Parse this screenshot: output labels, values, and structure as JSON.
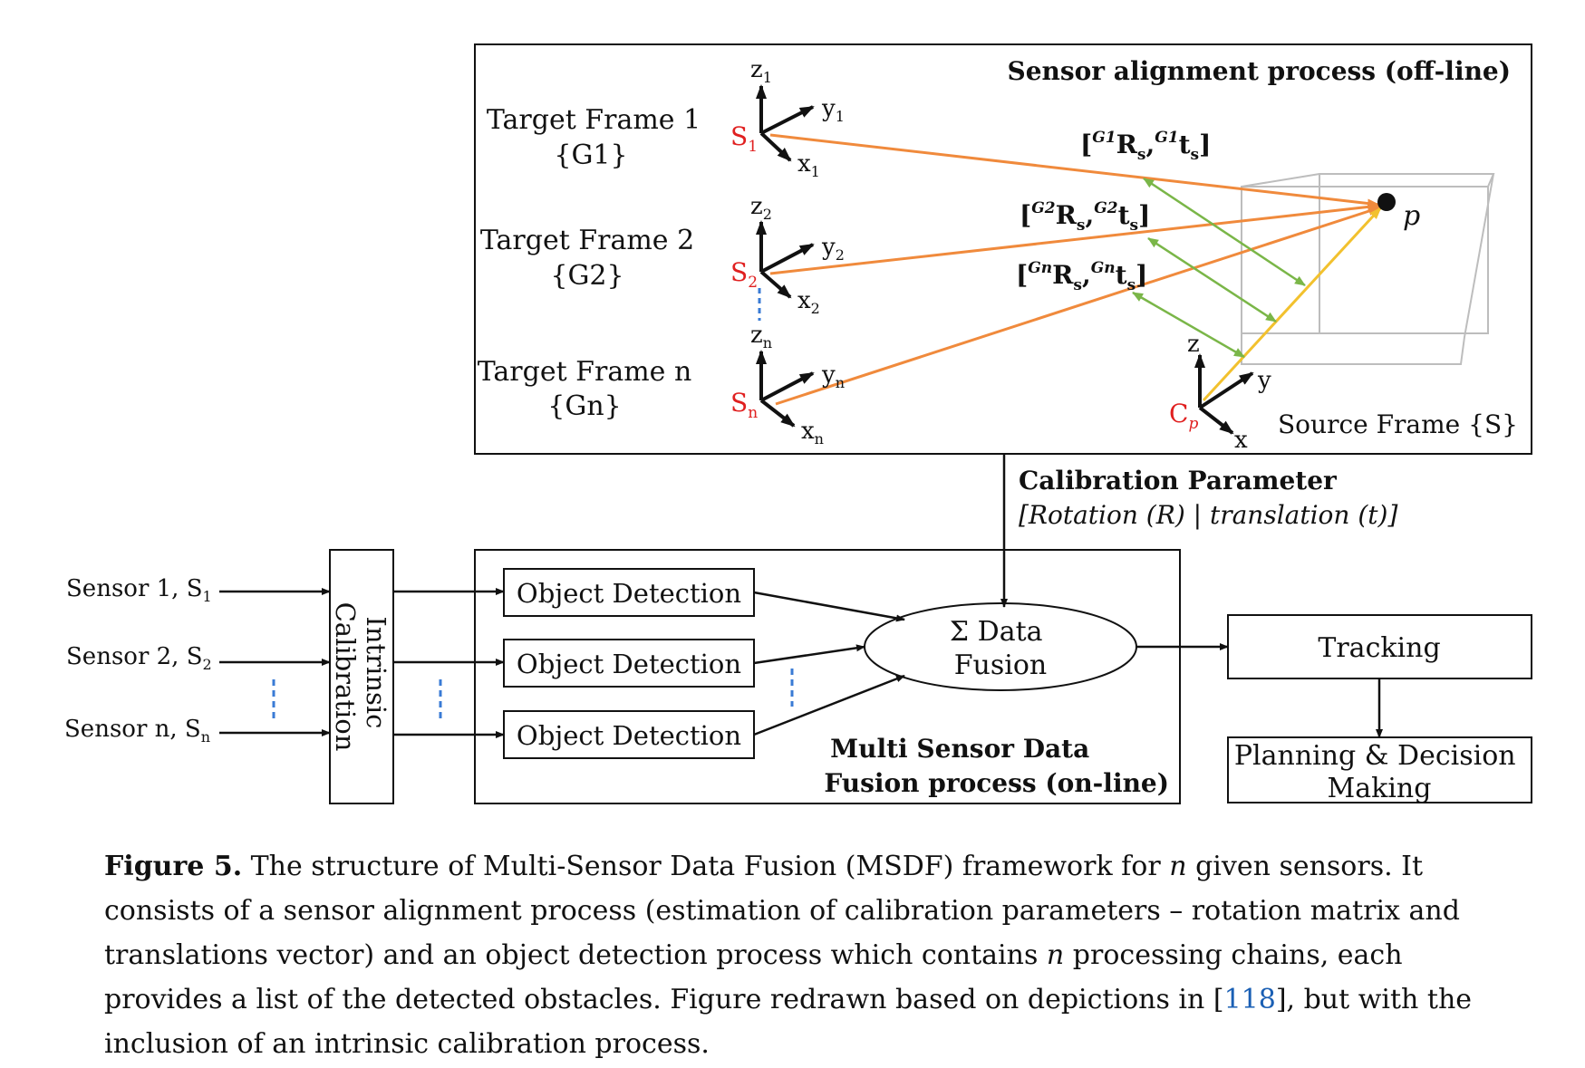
{
  "alignment": {
    "title": "Sensor alignment process (off-line)",
    "targets": [
      {
        "label": "Target Frame 1",
        "set": "{G1}",
        "sensor": "S",
        "sensor_sub": "1",
        "z": "z",
        "y": "y",
        "x": "x",
        "axis_sub": "1"
      },
      {
        "label": "Target Frame 2",
        "set": "{G2}",
        "sensor": "S",
        "sensor_sub": "2",
        "z": "z",
        "y": "y",
        "x": "x",
        "axis_sub": "2"
      },
      {
        "label": "Target Frame n",
        "set": "{Gn}",
        "sensor": "S",
        "sensor_sub": "n",
        "z": "z",
        "y": "y",
        "x": "x",
        "axis_sub": "n"
      }
    ],
    "transforms": [
      {
        "pre": "[",
        "sup1": "G1",
        "r": "R",
        "sub": "s",
        "sep": ",",
        "sup2": "G1",
        "t": "t",
        "sub2": "s",
        "post": "]"
      },
      {
        "pre": "[",
        "sup1": "G2",
        "r": "R",
        "sub": "s",
        "sep": ",",
        "sup2": "G2",
        "t": "t",
        "sub2": "s",
        "post": "]"
      },
      {
        "pre": "[",
        "sup1": "Gn",
        "r": "R",
        "sub": "s",
        "sep": ",",
        "sup2": "Gn",
        "t": "t",
        "sub2": "s",
        "post": "]"
      }
    ],
    "point_label": "p",
    "source": {
      "label": "Source Frame {S}",
      "origin": "C",
      "origin_sub": "p",
      "z": "z",
      "y": "y",
      "x": "x"
    }
  },
  "calibration": {
    "title": "Calibration Parameter",
    "subtitle": "[Rotation (R) | translation (t)]"
  },
  "sensors": [
    {
      "name": "Sensor 1, S",
      "sub": "1"
    },
    {
      "name": "Sensor 2, S",
      "sub": "2"
    },
    {
      "name": "Sensor n, S",
      "sub": "n"
    }
  ],
  "intrinsic": {
    "line1": "Intrinsic",
    "line2": "Calibration"
  },
  "detection": {
    "label": "Object Detection"
  },
  "fusion": {
    "line1": "Σ Data",
    "line2": "Fusion"
  },
  "online": {
    "line1": "Multi Sensor Data",
    "line2": "Fusion process (on-line)"
  },
  "tracking": "Tracking",
  "planning": {
    "line1": "Planning & Decision",
    "line2": "Making"
  },
  "colors": {
    "orange": "#f08a3c",
    "green": "#7ab648",
    "yellow": "#f2c12e",
    "red": "#e02020",
    "dash": "#3a7bd5"
  },
  "caption": {
    "label": "Figure 5.",
    "p1": " The structure of Multi-Sensor Data Fusion (MSDF) framework for ",
    "n1": "n",
    "p2": " given sensors. It consists of a sensor alignment process (estimation of calibration parameters – rotation matrix and translations vector) and an object detection process which contains ",
    "n2": "n",
    "p3": " processing chains, each provides a list of the detected obstacles. Figure redrawn based on depictions in [",
    "ref": "118",
    "p4": "], but with the inclusion of an intrinsic calibration process."
  }
}
